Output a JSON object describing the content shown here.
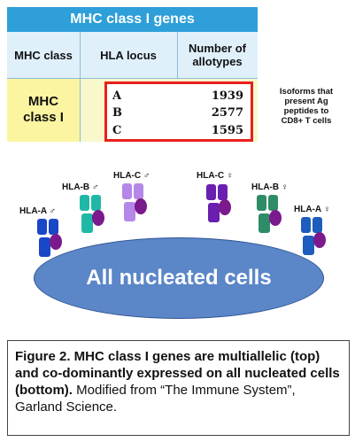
{
  "table": {
    "title": "MHC class I genes",
    "headers": {
      "mhc_class": "MHC class",
      "hla_locus": "HLA locus",
      "count_line1": "Number of",
      "count_line2": "allotypes"
    },
    "class_line1": "MHC",
    "class_line2": "class I",
    "rows": [
      {
        "locus": "A",
        "allotypes": "1939"
      },
      {
        "locus": "B",
        "allotypes": "2577"
      },
      {
        "locus": "C",
        "allotypes": "1595"
      }
    ],
    "highlight_color": "#e8201c",
    "title_bar_color": "#2e9fd8"
  },
  "note": {
    "line1": "Isoforms that",
    "line2": "present Ag",
    "line3": "peptides to",
    "line4": "CD8+ T cells"
  },
  "diagram": {
    "cell_label": "All nucleated cells",
    "cell_color": "#5b86c8",
    "molecules": [
      {
        "label": "HLA-A ♂",
        "heavy_color": "#1a46c8",
        "b2m_color": "#7a1a8c"
      },
      {
        "label": "HLA-B ♂",
        "heavy_color": "#1fb8a6",
        "b2m_color": "#7a1a8c"
      },
      {
        "label": "HLA-C ♂",
        "heavy_color": "#b487e8",
        "b2m_color": "#7a1a8c"
      },
      {
        "label": "HLA-C ♀",
        "heavy_color": "#6a1fb0",
        "b2m_color": "#7a1a8c"
      },
      {
        "label": "HLA-B ♀",
        "heavy_color": "#2e8c66",
        "b2m_color": "#7a1a8c"
      },
      {
        "label": "HLA-A ♀",
        "heavy_color": "#1d5dbd",
        "b2m_color": "#7a1a8c"
      }
    ]
  },
  "caption": {
    "bold": "Figure 2. MHC class I genes are multiallelic (top) and co-dominantly expressed on all nucleated cells (bottom).",
    "normal": " Modified from “The Immune System”, Garland Science."
  }
}
